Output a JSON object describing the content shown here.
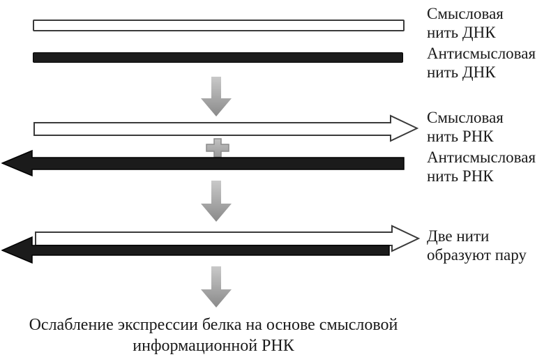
{
  "diagram": {
    "title_none": "",
    "type": "flow-diagram",
    "topic": "antisense RNA mechanism of gene silencing"
  },
  "colors": {
    "background": "#ffffff",
    "strand_black": "#1b1b1b",
    "strand_black_edge": "#000000",
    "strand_white": "#ffffff",
    "outline": "#3a3a3a",
    "gray_arrow_light": "#c9c9c9",
    "gray_arrow_dark": "#8a8a8a",
    "plus_fill_light": "#c2c2c2",
    "plus_fill_dark": "#9a9a9a",
    "plus_edge": "#8c8c8c",
    "text": "#1a1a1a"
  },
  "labels": {
    "sense_dna": {
      "line1": "Смысловая",
      "line2": "нить ДНК"
    },
    "antisense_dna": {
      "line1": "Антисмысловая",
      "line2": "нить ДНК"
    },
    "sense_rna": {
      "line1": "Смысловая",
      "line2": "нить РНК"
    },
    "antisense_rna": {
      "line1": "Антисмысловая",
      "line2": "нить РНК"
    },
    "duplex": {
      "line1": "Две нити",
      "line2": "образуют пару"
    }
  },
  "caption": {
    "line1": "Ослабление экспрессии белка на основе смысловой",
    "line2": "информационной РНК"
  }
}
